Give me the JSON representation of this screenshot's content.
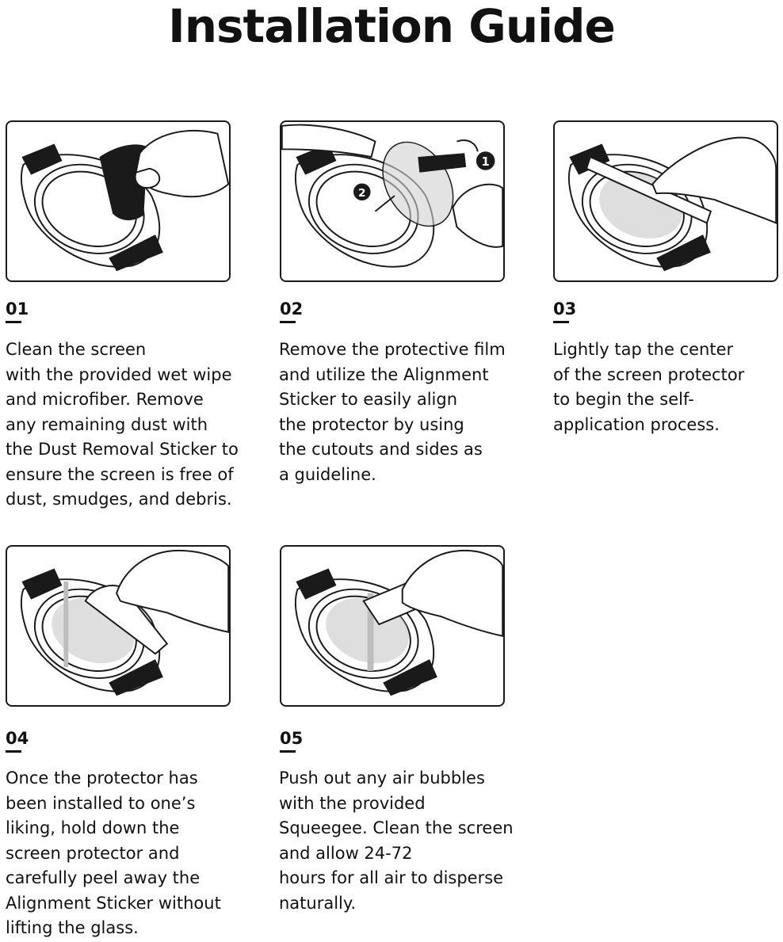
{
  "title": "Installation Guide",
  "steps": [
    {
      "number": "01",
      "lines": [
        "Clean the screen",
        "with the provided wet wipe",
        "and microfiber. Remove",
        "any remaining dust with",
        "the Dust Removal Sticker to",
        "ensure the screen is free of",
        "dust, smudges, and debris."
      ]
    },
    {
      "number": "02",
      "lines": [
        "Remove the protective film",
        "and utilize the Alignment",
        "Sticker to easily align",
        "the protector by using",
        "the cutouts and sides as",
        "a guideline."
      ],
      "callouts": [
        "1",
        "2"
      ]
    },
    {
      "number": "03",
      "lines": [
        "Lightly tap the center",
        "of the screen protector",
        "to begin the self-",
        "application process."
      ]
    },
    {
      "number": "04",
      "lines": [
        "Once the protector has",
        "been installed to one’s",
        "liking, hold down the",
        "screen protector and",
        "carefully peel away the",
        "Alignment Sticker without",
        "lifting the glass."
      ]
    },
    {
      "number": "05",
      "lines": [
        "Push out any air bubbles",
        "with the provided",
        "Squeegee. Clean the screen",
        "and allow 24-72",
        "hours for all air to disperse",
        "naturally."
      ]
    }
  ]
}
